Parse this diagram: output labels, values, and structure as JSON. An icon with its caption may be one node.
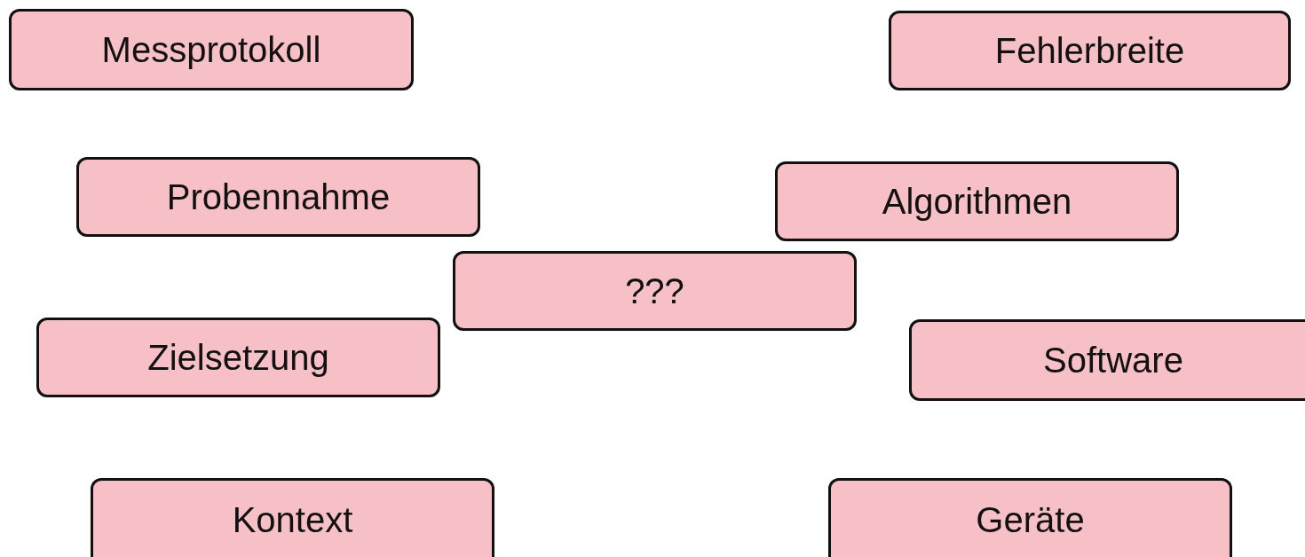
{
  "diagram": {
    "nodes": [
      {
        "text": [
          "Messprotokoll"
        ]
      },
      {
        "text": [
          "Fehlerbreite"
        ]
      },
      {
        "text": [
          "Probennahme"
        ]
      },
      {
        "text": [
          "Algorithmen"
        ]
      },
      {
        "text": [
          "???"
        ]
      },
      {
        "text": [
          "Zielsetzung"
        ]
      },
      {
        "text": [
          "Software"
        ]
      },
      {
        "text": [
          "Kontext"
        ]
      },
      {
        "text": [
          "Geräte"
        ]
      }
    ]
  }
}
